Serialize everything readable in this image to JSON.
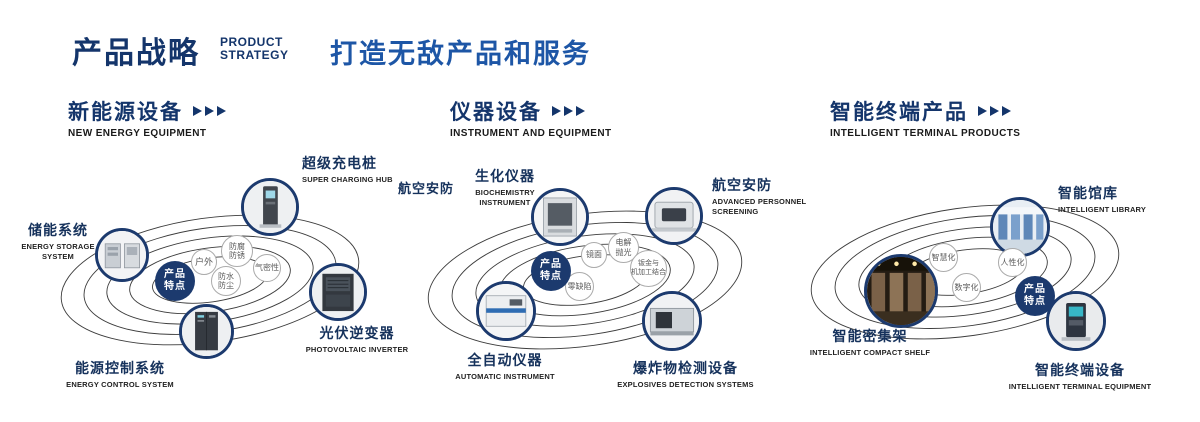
{
  "header": {
    "title": "产品战略",
    "title_en_line1": "PRODUCT",
    "title_en_line2": "STRATEGY",
    "slogan": "打造无敌产品和服务"
  },
  "sections": [
    {
      "title": "新能源设备",
      "subtitle": "NEW ENERGY EQUIPMENT",
      "badge": {
        "line1": "产品",
        "line2": "特点"
      },
      "products": {
        "storage": {
          "name": "储能系统",
          "en": "ENERGY STORAGE SYSTEM"
        },
        "charging": {
          "name": "超级充电桩",
          "en": "SUPER CHARGING HUB"
        },
        "inverter": {
          "name": "光伏逆变器",
          "en": "PHOTOVOLTAIC INVERTER"
        },
        "control": {
          "name": "能源控制系统",
          "en": "ENERGY CONTROL SYSTEM"
        }
      },
      "features": {
        "outdoor": "户外",
        "anticorrosion1": "防腐",
        "anticorrosion2": "防锈",
        "airtight": "气密性",
        "waterproof1": "防水",
        "waterproof2": "防尘"
      }
    },
    {
      "title": "仪器设备",
      "subtitle": "INSTRUMENT AND EQUIPMENT",
      "badge": {
        "line1": "产品",
        "line2": "特点"
      },
      "side_label": "航空安防",
      "products": {
        "biochem": {
          "name": "生化仪器",
          "en": "BIOCHEMISTRY INSTRUMENT"
        },
        "screening": {
          "name": "航空安防",
          "en": "ADVANCED PERSONNEL SCREENING"
        },
        "automatic": {
          "name": "全自动仪器",
          "en": "AUTOMATIC INSTRUMENT"
        },
        "explosives": {
          "name": "爆炸物检测设备",
          "en": "EXPLOSIVES DETECTION SYSTEMS"
        }
      },
      "features": {
        "mirror": "镜面",
        "polish1": "电解",
        "polish2": "抛光",
        "zero_defect": "零缺陷",
        "sheetmetal1": "钣金与",
        "sheetmetal2": "机加工结合"
      }
    },
    {
      "title": "智能终端产品",
      "subtitle": "INTELLIGENT TERMINAL PRODUCTS",
      "badge": {
        "line1": "产品",
        "line2": "特点"
      },
      "products": {
        "library": {
          "name": "智能馆库",
          "en": "INTELLIGENT LIBRARY"
        },
        "shelf": {
          "name": "智能密集架",
          "en": "INTELLIGENT COMPACT SHELF"
        },
        "terminal": {
          "name": "智能终端设备",
          "en": "INTELLIGENT TERMINAL EQUIPMENT"
        }
      },
      "features": {
        "smart": "智慧化",
        "humanized": "人性化",
        "digital": "数字化"
      }
    }
  ]
}
